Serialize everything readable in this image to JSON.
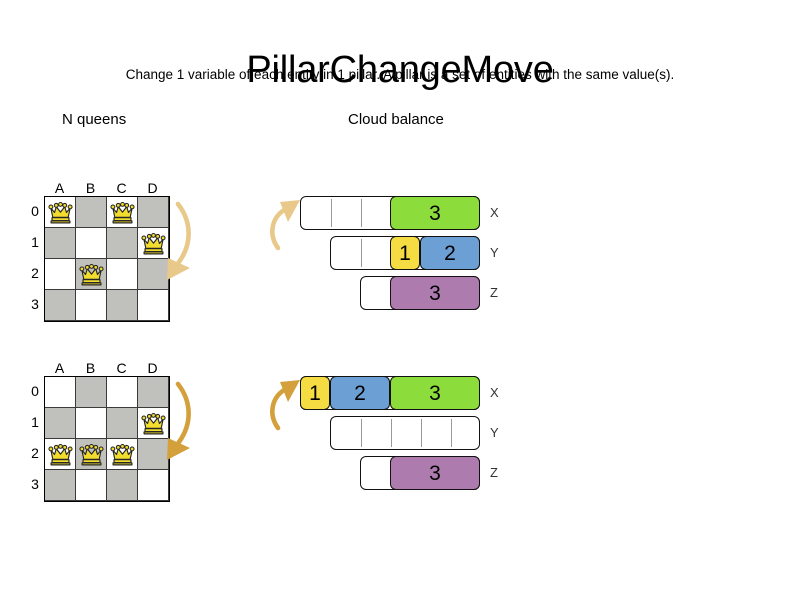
{
  "header": {
    "title": "PillarChangeMove",
    "subtitle": "Change 1 variable of each entity in 1 pillar. A pillar is a set of entities with the same value(s)."
  },
  "sections": {
    "nqueens_heading": "N queens",
    "cloud_heading": "Cloud balance"
  },
  "colors": {
    "green": "#8CDC3C",
    "blue": "#6C9FD4",
    "yellow": "#F5DC43",
    "purple": "#AD7BAD",
    "dark_square": "#C0C0BD",
    "light_square": "#FFFFFF",
    "arrow_before": "#E8C98A",
    "arrow_after": "#D4A03C",
    "queen_fill": "#F2DD2E",
    "outline": "#111111"
  },
  "nqueens": {
    "column_labels": [
      "A",
      "B",
      "C",
      "D"
    ],
    "row_labels": [
      "0",
      "1",
      "2",
      "3"
    ],
    "boards": [
      {
        "name": "before",
        "queens": [
          {
            "col": 0,
            "row": 0
          },
          {
            "col": 2,
            "row": 0
          },
          {
            "col": 3,
            "row": 1
          },
          {
            "col": 1,
            "row": 2
          }
        ]
      },
      {
        "name": "after",
        "queens": [
          {
            "col": 3,
            "row": 1
          },
          {
            "col": 0,
            "row": 2
          },
          {
            "col": 1,
            "row": 2
          },
          {
            "col": 2,
            "row": 2
          }
        ]
      }
    ]
  },
  "cloud_balance": {
    "unit_width": 30,
    "right_edge": 184,
    "computers": [
      {
        "name": "before",
        "rows": [
          {
            "label": "X",
            "capacity": 6,
            "processes": [
              {
                "value": "3",
                "size": 3,
                "color": "#8CDC3C"
              }
            ]
          },
          {
            "label": "Y",
            "capacity": 5,
            "processes": [
              {
                "value": "1",
                "size": 1,
                "color": "#F5DC43"
              },
              {
                "value": "2",
                "size": 2,
                "color": "#6C9FD4"
              }
            ]
          },
          {
            "label": "Z",
            "capacity": 4,
            "processes": [
              {
                "value": "3",
                "size": 3,
                "color": "#AD7BAD"
              }
            ]
          }
        ]
      },
      {
        "name": "after",
        "rows": [
          {
            "label": "X",
            "capacity": 6,
            "processes": [
              {
                "value": "1",
                "size": 1,
                "color": "#F5DC43"
              },
              {
                "value": "2",
                "size": 2,
                "color": "#6C9FD4"
              },
              {
                "value": "3",
                "size": 3,
                "color": "#8CDC3C"
              }
            ]
          },
          {
            "label": "Y",
            "capacity": 5,
            "processes": []
          },
          {
            "label": "Z",
            "capacity": 4,
            "processes": [
              {
                "value": "3",
                "size": 3,
                "color": "#AD7BAD"
              }
            ]
          }
        ]
      }
    ]
  },
  "arrows": [
    {
      "name": "queens-before-arrow",
      "direction": "down-left",
      "color": "#E8C98A"
    },
    {
      "name": "queens-after-arrow",
      "direction": "down-left",
      "color": "#D4A03C"
    },
    {
      "name": "cloud-before-arrow",
      "direction": "up-right",
      "color": "#E8C98A"
    },
    {
      "name": "cloud-after-arrow",
      "direction": "up-right",
      "color": "#D4A03C"
    }
  ]
}
